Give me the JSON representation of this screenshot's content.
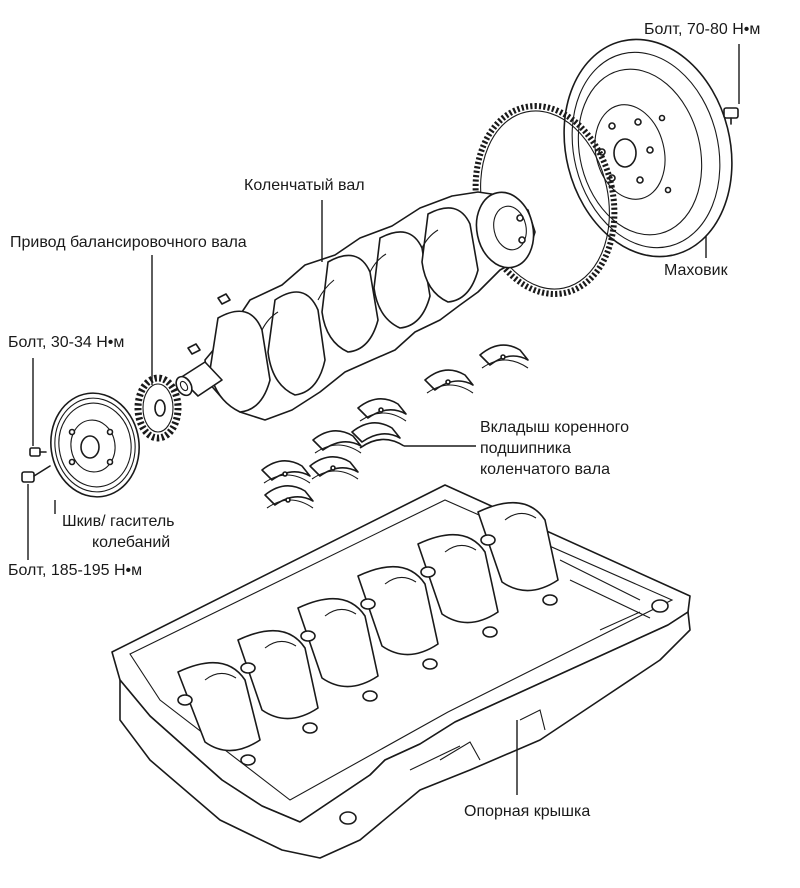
{
  "labels": {
    "bolt_flywheel": "Болт, 70-80 Н•м",
    "crankshaft": "Коленчатый вал",
    "balance_drive": "Привод балансировочного вала",
    "flywheel": "Маховик",
    "bolt_small": "Болт, 30-34 Н•м",
    "main_bearing_line1": "Вкладыш коренного",
    "main_bearing_line2": "подшипника",
    "main_bearing_line3": "коленчатого вала",
    "pulley_line1": "Шкив/ гаситель",
    "pulley_line2": "колебаний",
    "bolt_pulley": "Болт, 185-195 Н•м",
    "support_cover": "Опорная крышка"
  }
}
